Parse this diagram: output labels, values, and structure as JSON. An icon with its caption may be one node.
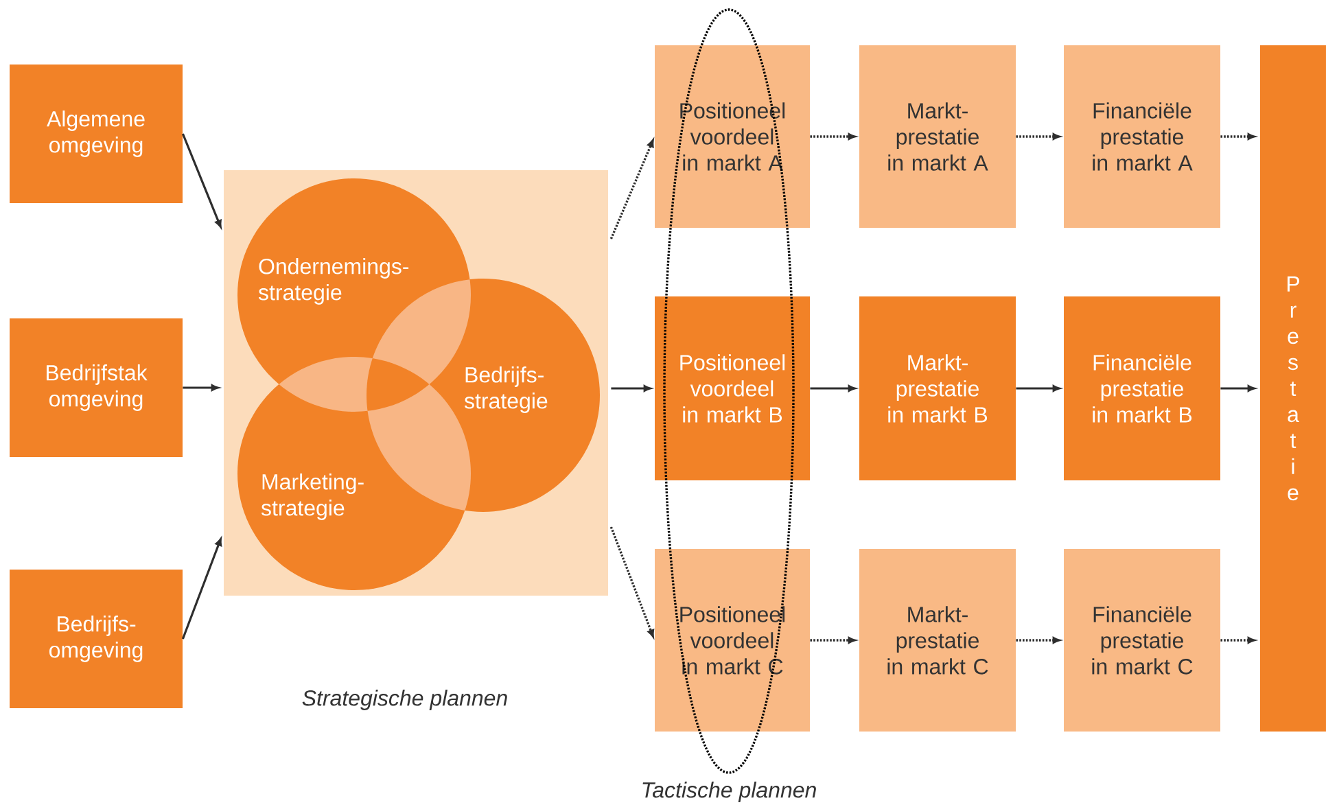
{
  "diagram": {
    "nodes": [
      {
        "text": [
          "Algemene omgeving"
        ]
      },
      {
        "text": [
          "Bedrijfstak omgeving"
        ]
      },
      {
        "text": [
          "Bedrijfs-omgeving"
        ]
      },
      {
        "text": [],
        "shape": "box"
      },
      {
        "text": [
          "Ondernemings-strategie"
        ],
        "in": 3
      },
      {
        "text": [
          "Bedrijfs-strategie"
        ],
        "in": 3
      },
      {
        "text": [
          "Marketing-strategie"
        ],
        "in": 3
      },
      {
        "text": [
          "Positioneel voordeel in markt A"
        ]
      },
      {
        "text": [
          "Markt-prestatie in markt A"
        ]
      },
      {
        "text": [
          "Financiële prestatie in markt A"
        ]
      },
      {
        "text": [
          "Positioneel voordeel in markt B"
        ]
      },
      {
        "text": [
          "Markt-prestatie in markt B"
        ]
      },
      {
        "text": [
          "Financiële prestatie in markt B"
        ]
      },
      {
        "text": [
          "Positioneel voordeel in markt C"
        ]
      },
      {
        "text": [
          "Markt-prestatie in markt C"
        ]
      },
      {
        "text": [
          "Financiële prestatie in markt C"
        ]
      },
      {
        "text": [
          "Prestatie"
        ]
      }
    ],
    "edges": [
      {
        "from": 0,
        "to": 3,
        "arrow": "to"
      },
      {
        "from": 1,
        "to": 3,
        "arrow": "to"
      },
      {
        "from": 2,
        "to": 3,
        "arrow": "to"
      },
      {
        "from": 3,
        "to": 7,
        "arrow": "to",
        "style": "dashed"
      },
      {
        "from": 3,
        "to": 10,
        "arrow": "to"
      },
      {
        "from": 3,
        "to": 13,
        "arrow": "to",
        "style": "dashed"
      },
      {
        "from": 7,
        "to": 8,
        "arrow": "to",
        "style": "dashed"
      },
      {
        "from": 8,
        "to": 9,
        "arrow": "to",
        "style": "dashed"
      },
      {
        "from": 9,
        "to": 16,
        "arrow": "to",
        "style": "dashed"
      },
      {
        "from": 10,
        "to": 11,
        "arrow": "to"
      },
      {
        "from": 11,
        "to": 12,
        "arrow": "to"
      },
      {
        "from": 12,
        "to": 16,
        "arrow": "to"
      },
      {
        "from": 13,
        "to": 14,
        "arrow": "to",
        "style": "dashed"
      },
      {
        "from": 14,
        "to": 15,
        "arrow": "to",
        "style": "dashed"
      },
      {
        "from": 15,
        "to": 16,
        "arrow": "to",
        "style": "dashed"
      }
    ],
    "labels": [
      "Strategische plannen",
      "Tactische plannen"
    ]
  }
}
